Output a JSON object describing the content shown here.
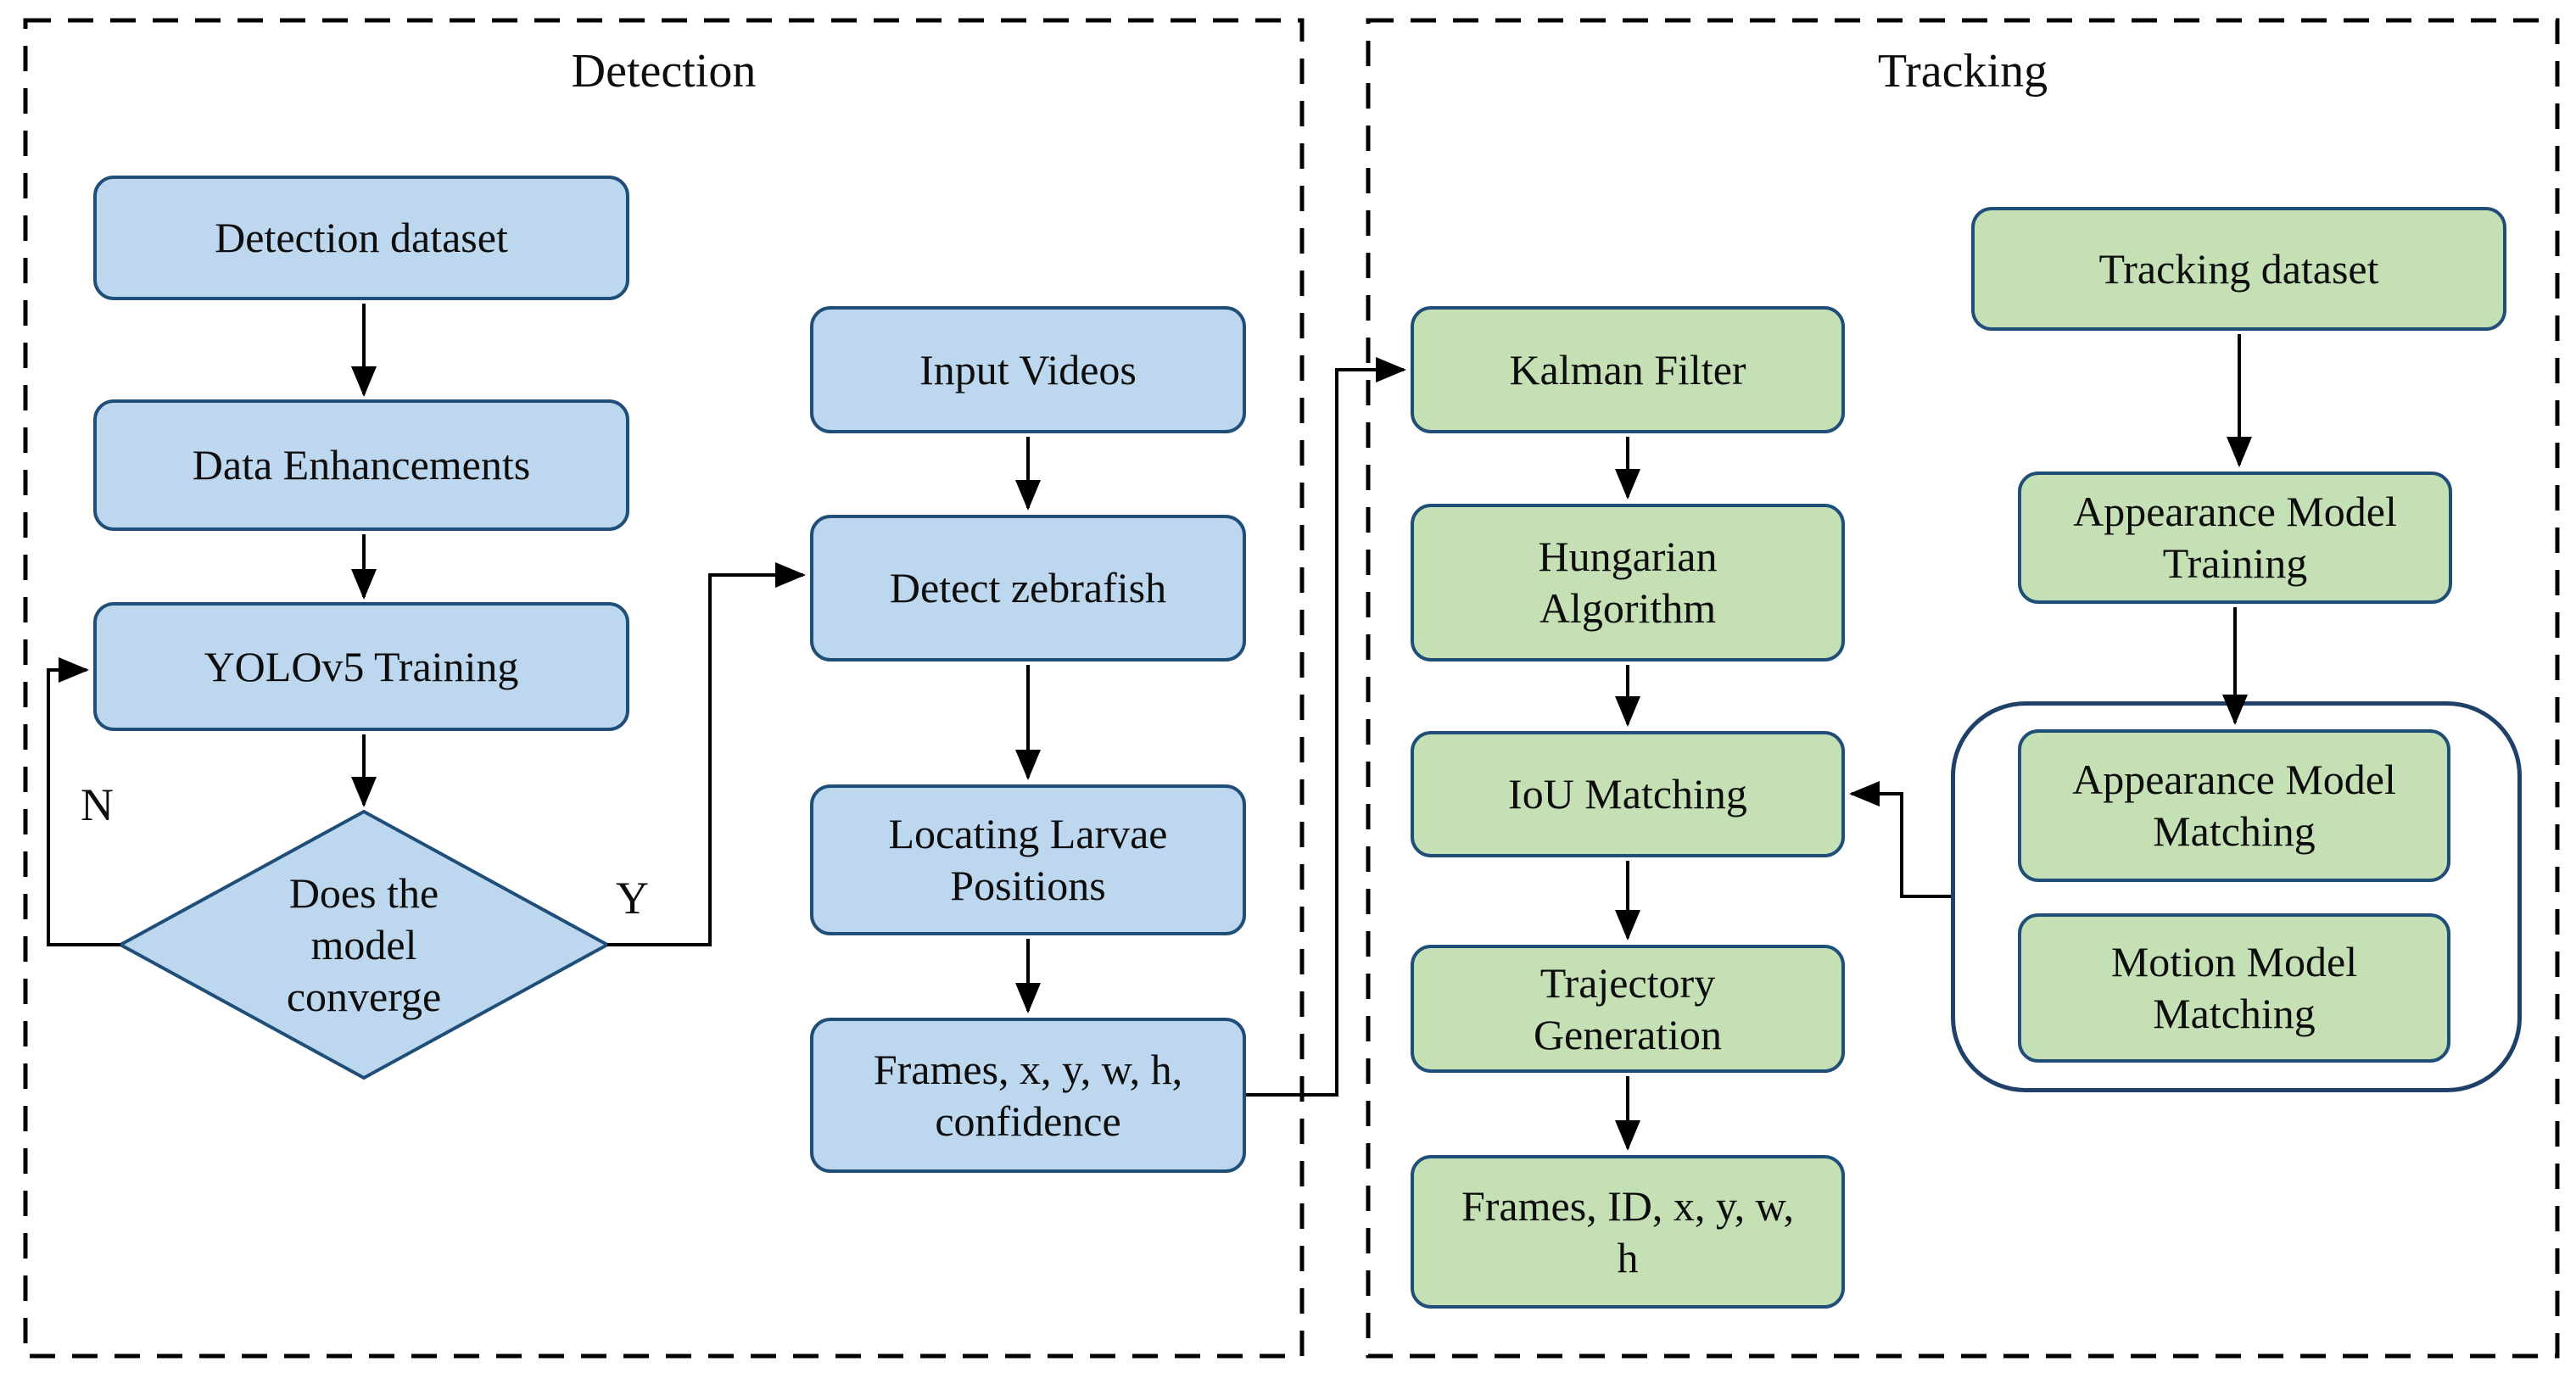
{
  "figure": {
    "detection": {
      "title": "Detection",
      "nodes": {
        "detection_dataset": "Detection dataset",
        "data_enhancements": "Data Enhancements",
        "yolov5_training": "YOLOv5 Training",
        "decision": "Does the\nmodel\nconverge",
        "decision_no": "N",
        "decision_yes": "Y",
        "input_videos": "Input Videos",
        "detect_zebrafish": "Detect zebrafish",
        "locating_larvae": "Locating Larvae\nPositions",
        "frames_output": "Frames, x, y, w, h,\nconfidence"
      }
    },
    "tracking": {
      "title": "Tracking",
      "nodes": {
        "kalman_filter": "Kalman Filter",
        "hungarian_algorithm": "Hungarian\nAlgorithm",
        "iou_matching": "IoU Matching",
        "trajectory_generation": "Trajectory\nGeneration",
        "frames_output": "Frames, ID, x, y, w,\nh",
        "tracking_dataset": "Tracking dataset",
        "appearance_model_training": "Appearance Model\nTraining",
        "appearance_model_matching": "Appearance Model\nMatching",
        "motion_model_matching": "Motion Model\nMatching"
      }
    },
    "colors": {
      "detection_node_fill": "#BDD7EE",
      "tracking_node_fill": "#C5E0B4",
      "node_border": "#1F4E79",
      "group_border": "#1F4068",
      "section_border": "#000000",
      "connector": "#000000"
    }
  }
}
